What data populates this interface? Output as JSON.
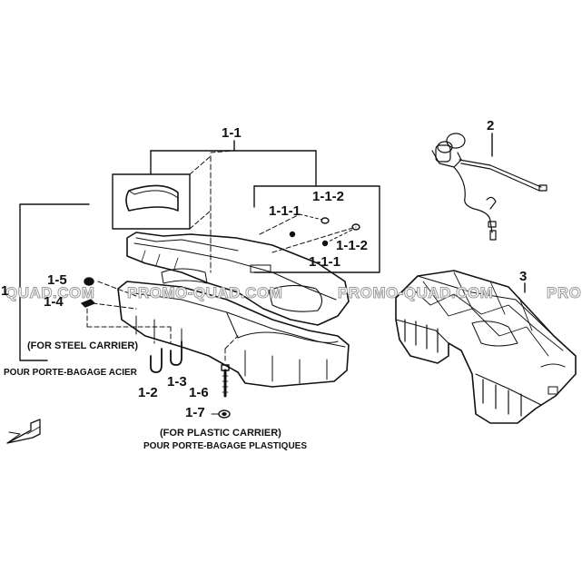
{
  "parts": {
    "p1": "1",
    "p1_1": "1-1",
    "p1_1_1a": "1-1-1",
    "p1_1_1b": "1-1-1",
    "p1_1_2a": "1-1-2",
    "p1_1_2b": "1-1-2",
    "p1_2": "1-2",
    "p1_3": "1-3",
    "p1_4": "1-4",
    "p1_5": "1-5",
    "p1_6": "1-6",
    "p1_7": "1-7",
    "p2": "2",
    "p3": "3"
  },
  "notes": {
    "steel_en": "(FOR STEEL CARRIER)",
    "steel_fr": "POUR PORTE-BAGAGE ACIER",
    "plastic_en": "(FOR PLASTIC CARRIER)",
    "plastic_fr": "POUR PORTE-BAGAGE PLASTIQUES"
  },
  "watermark": {
    "text1": "QUAD.COM",
    "text2": "PROMO-QUAD.COM",
    "text3": "PROMO-QUAD.COM",
    "text4": "PRO"
  }
}
